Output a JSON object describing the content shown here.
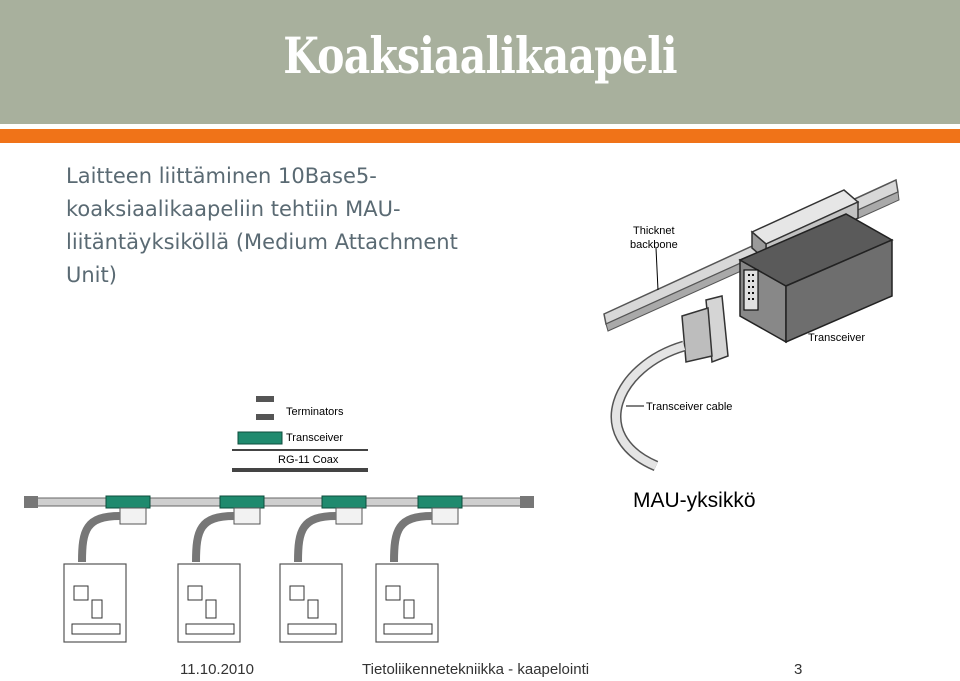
{
  "slide": {
    "title": "Koaksiaalikaapeli",
    "body_text": "Laitteen liittäminen 10Base5-koaksiaalikaapeliin tehtiin MAU-liitäntäyksiköllä (Medium Attachment Unit)",
    "mau_caption": "MAU-yksikkö"
  },
  "figure_mau": {
    "label_backbone_line1": "Thicknet",
    "label_backbone_line2": "backbone",
    "label_transceiver": "Transceiver",
    "label_cable": "Transceiver cable"
  },
  "figure_bus": {
    "legend_terminators": "Terminators",
    "legend_transceiver": "Transceiver",
    "legend_coax": "RG-11 Coax"
  },
  "footer": {
    "date": "11.10.2010",
    "center": "Tietoliikennetekniikka - kaapelointi",
    "page": "3"
  },
  "colors": {
    "title_band": "#a8b09d",
    "accent_orange": "#f07318",
    "body_text": "#5a6a73",
    "transceiver_green": "#1f8a6e"
  }
}
